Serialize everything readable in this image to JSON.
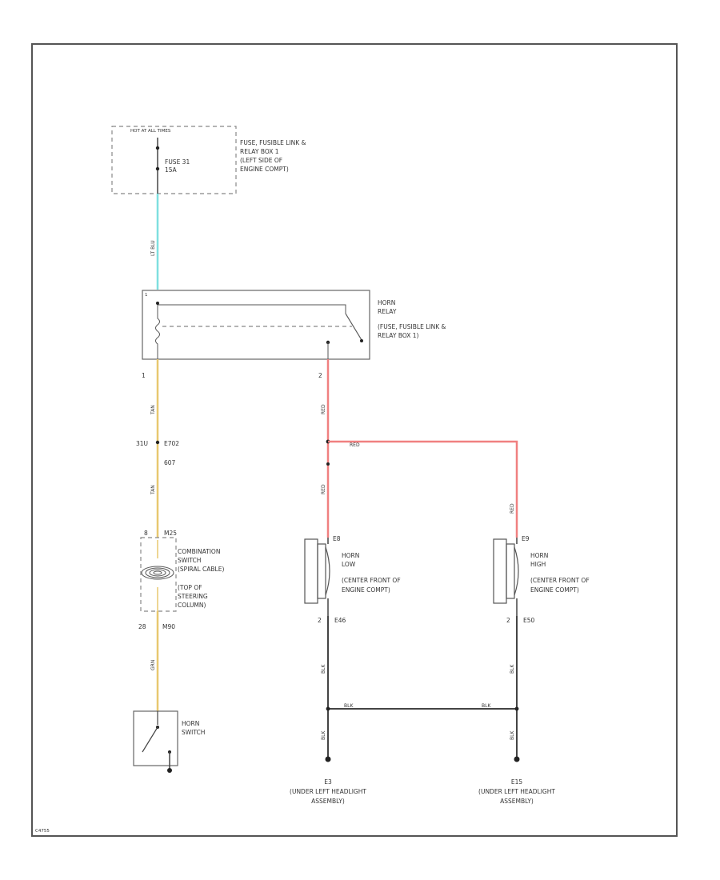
{
  "hot_label": "HOT AT ALL TIMES",
  "fuse_box": {
    "fuse_label": "FUSE 31",
    "fuse_rating": "15A",
    "location": [
      "FUSE, FUSIBLE LINK &",
      "RELAY BOX 1",
      "(LEFT SIDE OF",
      "ENGINE COMPT)"
    ]
  },
  "relay": {
    "name": [
      "HORN",
      "RELAY",
      "(FUSE, FUSIBLE LINK &",
      "RELAY BOX 1)"
    ],
    "pin_top": "1",
    "pin_left": "1",
    "pin_right": "2"
  },
  "wires": {
    "fuse_to_relay": "LT BLU",
    "relay_to_connector": "TAN",
    "connector_to_switch": "TAN",
    "switch_to_horn_switch": "GRN",
    "relay_to_splice": "RED",
    "splice_to_high": "RED",
    "splice_to_low": "RED",
    "splice_high_label": "RED",
    "low_to_ground_splice": "BLK",
    "high_to_ground_splice": "BLK",
    "ground_link_left": "BLK",
    "ground_link_right": "BLK",
    "ground_left": "BLK",
    "ground_right": "BLK"
  },
  "connector": {
    "pin": "31U",
    "name": "E702",
    "pin_b": "607"
  },
  "combination_switch": {
    "pin_top": "8",
    "pin_top_name": "M25",
    "name": [
      "COMBINATION",
      "SWITCH",
      "(SPIRAL CABLE)",
      "(TOP OF",
      "STEERING",
      "COLUMN)"
    ],
    "pin_bottom": "28",
    "pin_bottom_name": "M90"
  },
  "horn_switch": {
    "name": [
      "HORN",
      "SWITCH"
    ]
  },
  "horn_low": {
    "pin_top": "E8",
    "name": [
      "HORN",
      "LOW",
      "(CENTER FRONT OF",
      "ENGINE COMPT)"
    ],
    "pin_bottom": "2",
    "pin_bottom_name": "E46"
  },
  "horn_high": {
    "pin_top": "E9",
    "name": [
      "HORN",
      "HIGH",
      "(CENTER FRONT OF",
      "ENGINE COMPT)"
    ],
    "pin_bottom": "2",
    "pin_bottom_name": "E50"
  },
  "ground_left": {
    "id": "E3",
    "location": [
      "(UNDER LEFT HEADLIGHT",
      "ASSEMBLY)"
    ]
  },
  "ground_right": {
    "id": "E15",
    "location": [
      "(UNDER LEFT HEADLIGHT",
      "ASSEMBLY)"
    ]
  },
  "footer_id": "C4755",
  "colors": {
    "lt_blu": "#7fe0e0",
    "tan": "#e8c870",
    "red": "#f08080",
    "grn": "#b0c880",
    "black": "#444444"
  }
}
